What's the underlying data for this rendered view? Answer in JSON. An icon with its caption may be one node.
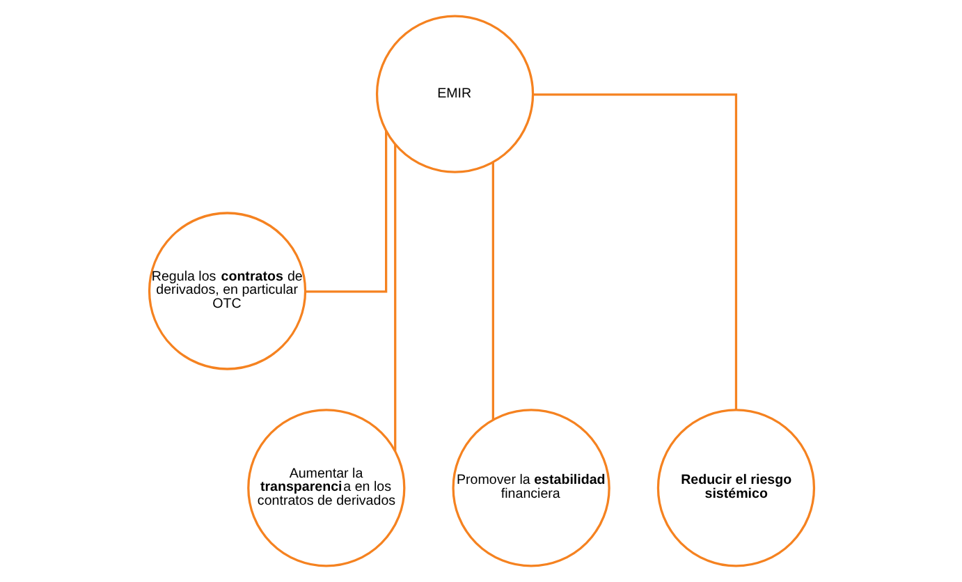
{
  "diagram": {
    "nodes": [
      {
        "text": [
          "EMIR"
        ]
      },
      {
        "text": [
          "Regula los **contratos** de derivados, en particular OTC"
        ]
      },
      {
        "text": [
          "Aumentar la **transparenci**a en los contratos de derivados"
        ]
      },
      {
        "text": [
          "Promover la **estabilidad** financiera"
        ]
      },
      {
        "text": [
          "**Reducir el riesgo sistémico**"
        ]
      }
    ],
    "edges": [
      {
        "from": 0,
        "to": 1,
        "arrow": "none"
      },
      {
        "from": 0,
        "to": 2,
        "arrow": "none"
      },
      {
        "from": 0,
        "to": 3,
        "arrow": "none"
      },
      {
        "from": 0,
        "to": 4,
        "arrow": "none"
      }
    ]
  }
}
